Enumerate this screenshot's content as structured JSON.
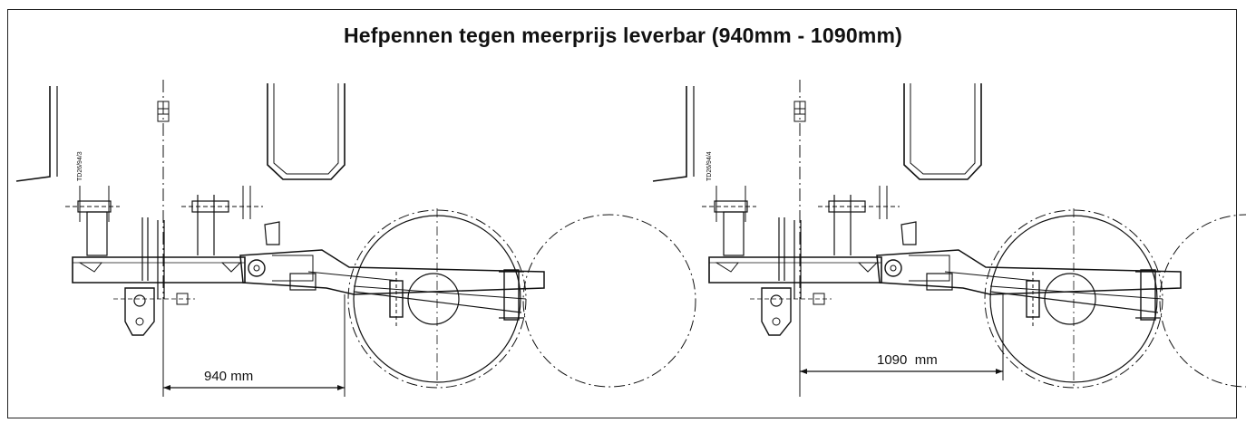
{
  "title": "Hefpennen tegen meerprijs leverbar (940mm - 1090mm)",
  "drawings": [
    {
      "code": "TD26/94/3",
      "dimension": "940 mm"
    },
    {
      "code": "TD26/94/4",
      "dimension": "1090  mm"
    }
  ],
  "colors": {
    "line": "#111111",
    "background": "#ffffff"
  }
}
